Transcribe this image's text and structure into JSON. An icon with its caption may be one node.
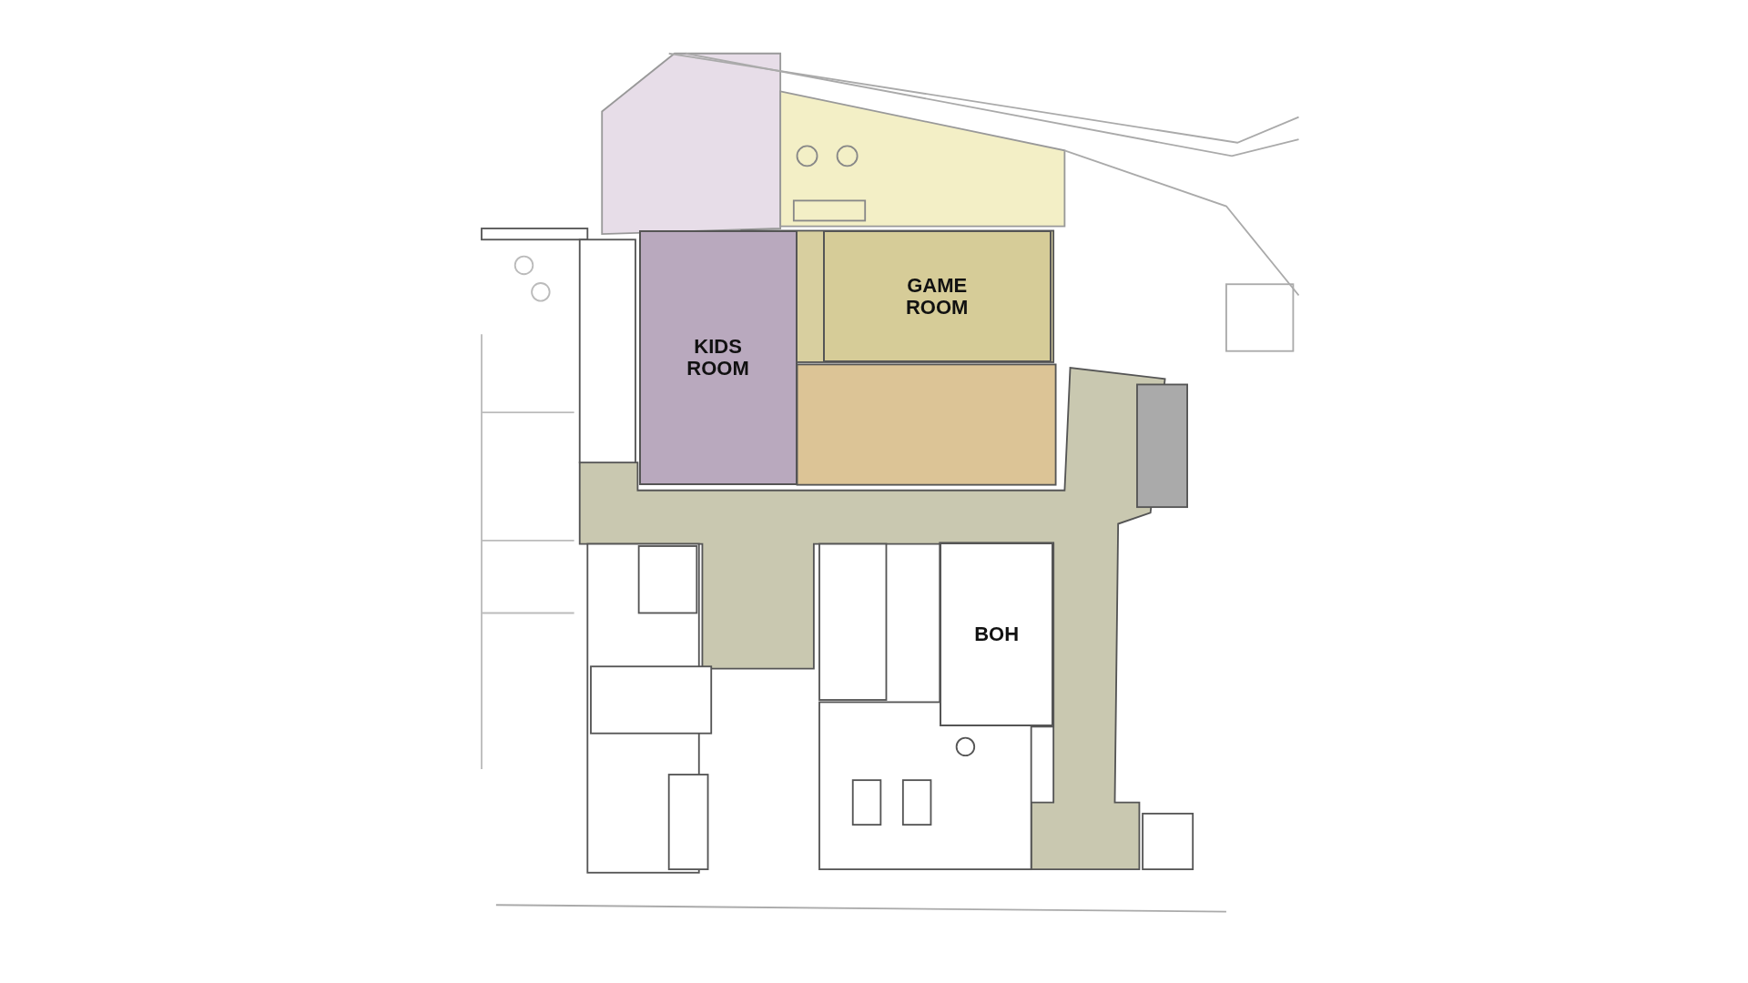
{
  "diagram": {
    "nodes": [
      {
        "text": [
          "GAME ROOM"
        ]
      },
      {
        "text": [
          "KIDS ROOM"
        ]
      },
      {
        "text": [
          "BOH"
        ]
      }
    ]
  }
}
